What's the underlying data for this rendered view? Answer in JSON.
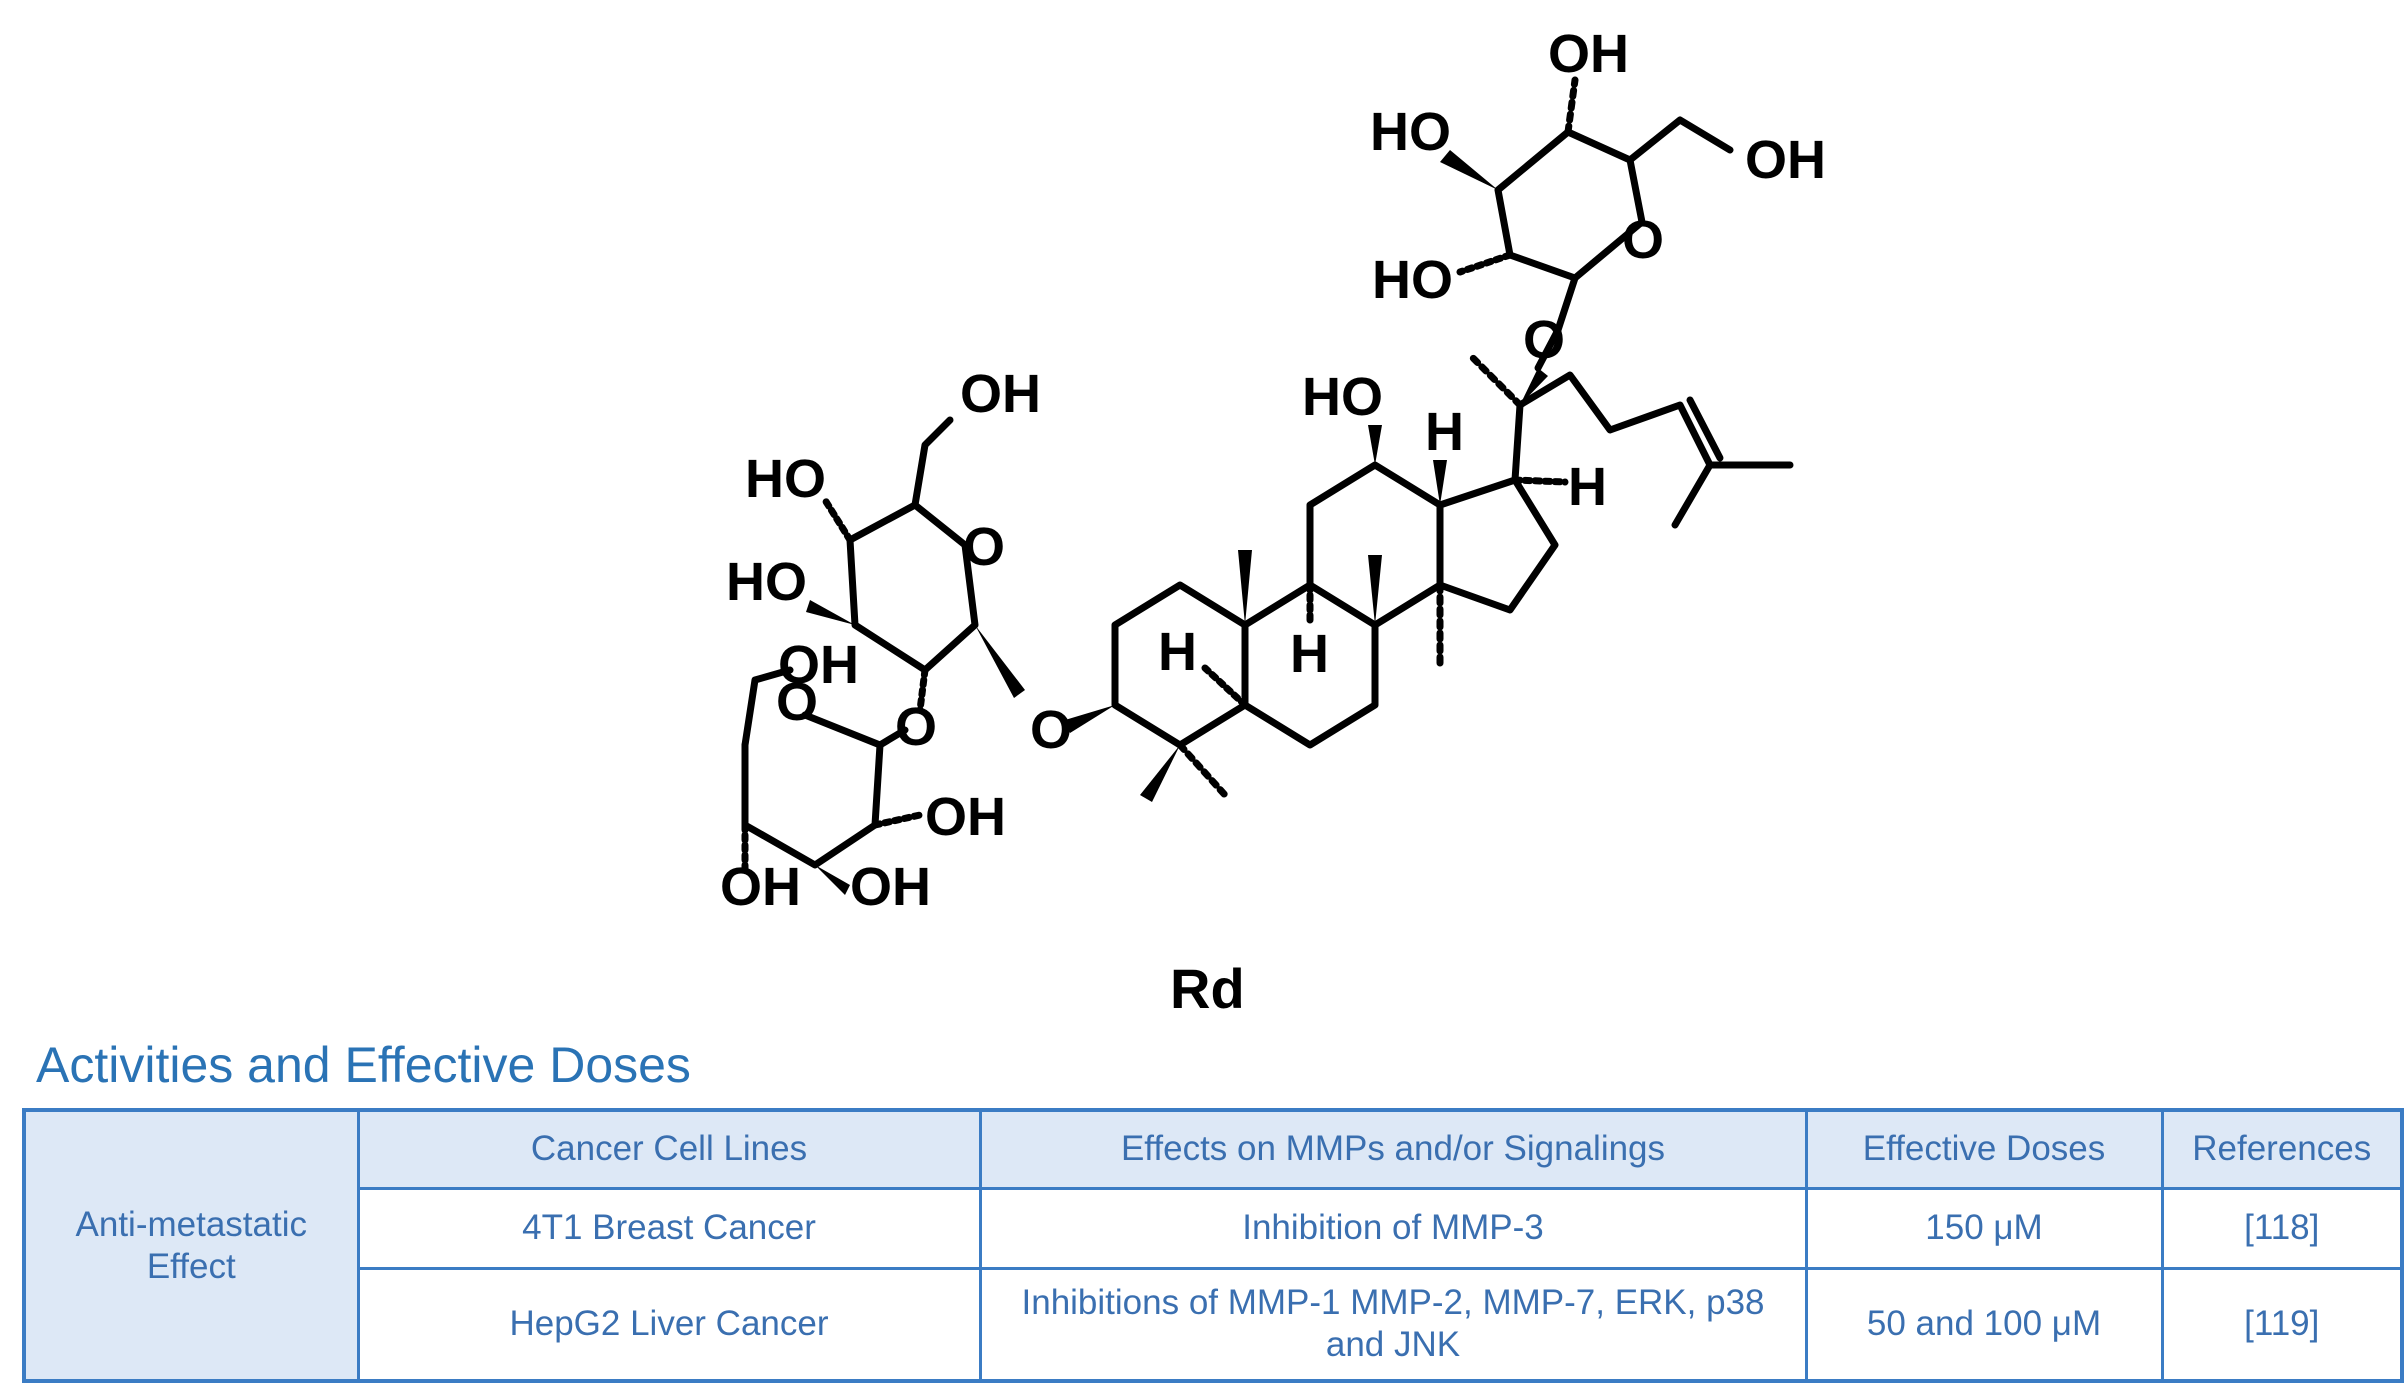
{
  "compound_name": "Rd",
  "atom_labels": {
    "oh_top": "OH",
    "ho_top_left": "HO",
    "oh_top_right": "OH",
    "ho_mid_left": "HO",
    "o_ring_top": "O",
    "o_link_top": "O",
    "ho_c12": "HO",
    "h_c13": "H",
    "h_c17": "H",
    "oh_g1_top": "OH",
    "ho_g1_c4": "HO",
    "o_g1_ring": "O",
    "ho_g1_c3": "HO",
    "oh_g2_ch2": "OH",
    "o_g2_ring": "O",
    "o_g1_g2": "O",
    "oh_g2_c3": "OH",
    "oh_g2_c4": "OH",
    "oh_g2_c2": "OH",
    "o_c3": "O",
    "h_c5": "H",
    "h_c9": "H"
  },
  "section_title": "Activities and Effective Doses",
  "table": {
    "row_header": "Anti-metastatic Effect",
    "headers": [
      "Cancer Cell Lines",
      "Effects on MMPs and/or Signalings",
      "Effective Doses",
      "References"
    ],
    "rows": [
      [
        "4T1 Breast Cancer",
        "Inhibition of MMP-3",
        "150 μM",
        "[118]"
      ],
      [
        "HepG2 Liver Cancer",
        "Inhibitions of MMP-1 MMP-2, MMP-7, ERK, p38 and JNK",
        "50 and 100 μM",
        "[119]"
      ]
    ]
  },
  "colors": {
    "title": "#2a73b5",
    "table_border": "#3b7cc4",
    "table_text": "#3a6fb0",
    "header_fill": "#dde8f6"
  }
}
